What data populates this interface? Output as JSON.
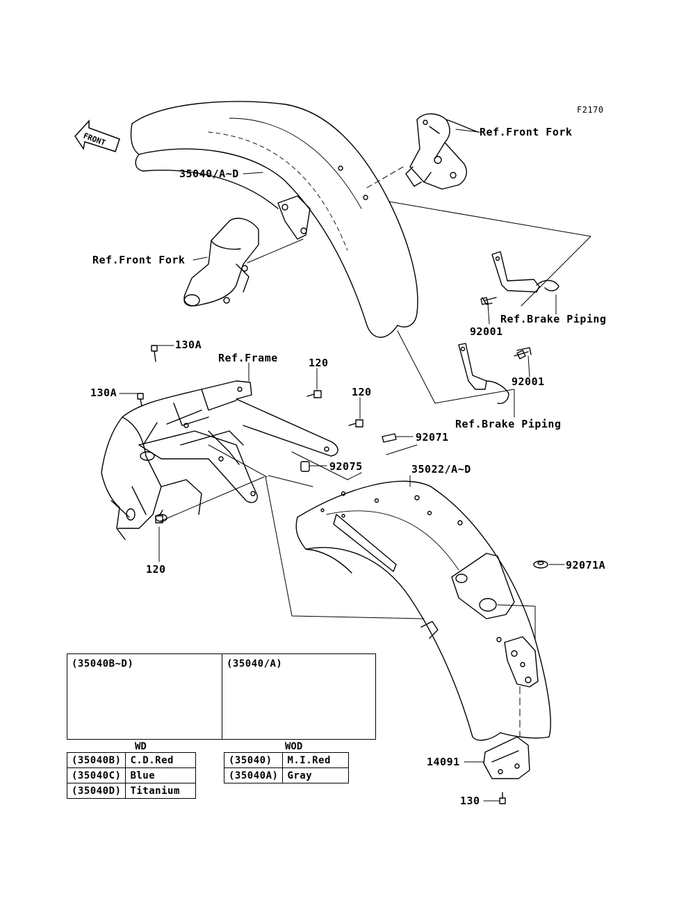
{
  "figure_code": "F2170",
  "front_arrow_text": "FRONT",
  "callouts": {
    "front_fender": "35040/A~D",
    "ref_front_fork_right": "Ref.Front Fork",
    "ref_front_fork_left": "Ref.Front Fork",
    "ref_brake_piping_upper": "Ref.Brake Piping",
    "bolt_92001_upper": "92001",
    "ref_frame": "Ref.Frame",
    "bolt_130a_upper": "130A",
    "bolt_130a_lower": "130A",
    "bolt_120_upper": "120",
    "bolt_120_mid": "120",
    "bolt_92001_lower": "92001",
    "ref_brake_piping_lower": "Ref.Brake Piping",
    "part_92071": "92071",
    "part_92075": "92075",
    "rear_fender": "35022/A~D",
    "part_92071a": "92071A",
    "bolt_120_lower": "120",
    "part_14091": "14091",
    "bolt_130": "130"
  },
  "inset_wd": {
    "title": "(35040B~D)",
    "condition": "WD",
    "rows": [
      {
        "code": "(35040B)",
        "color": "C.D.Red"
      },
      {
        "code": "(35040C)",
        "color": "Blue"
      },
      {
        "code": "(35040D)",
        "color": "Titanium"
      }
    ]
  },
  "inset_wod": {
    "title": "(35040/A)",
    "condition": "WOD",
    "rows": [
      {
        "code": "(35040)",
        "color": "M.I.Red"
      },
      {
        "code": "(35040A)",
        "color": "Gray"
      }
    ]
  }
}
